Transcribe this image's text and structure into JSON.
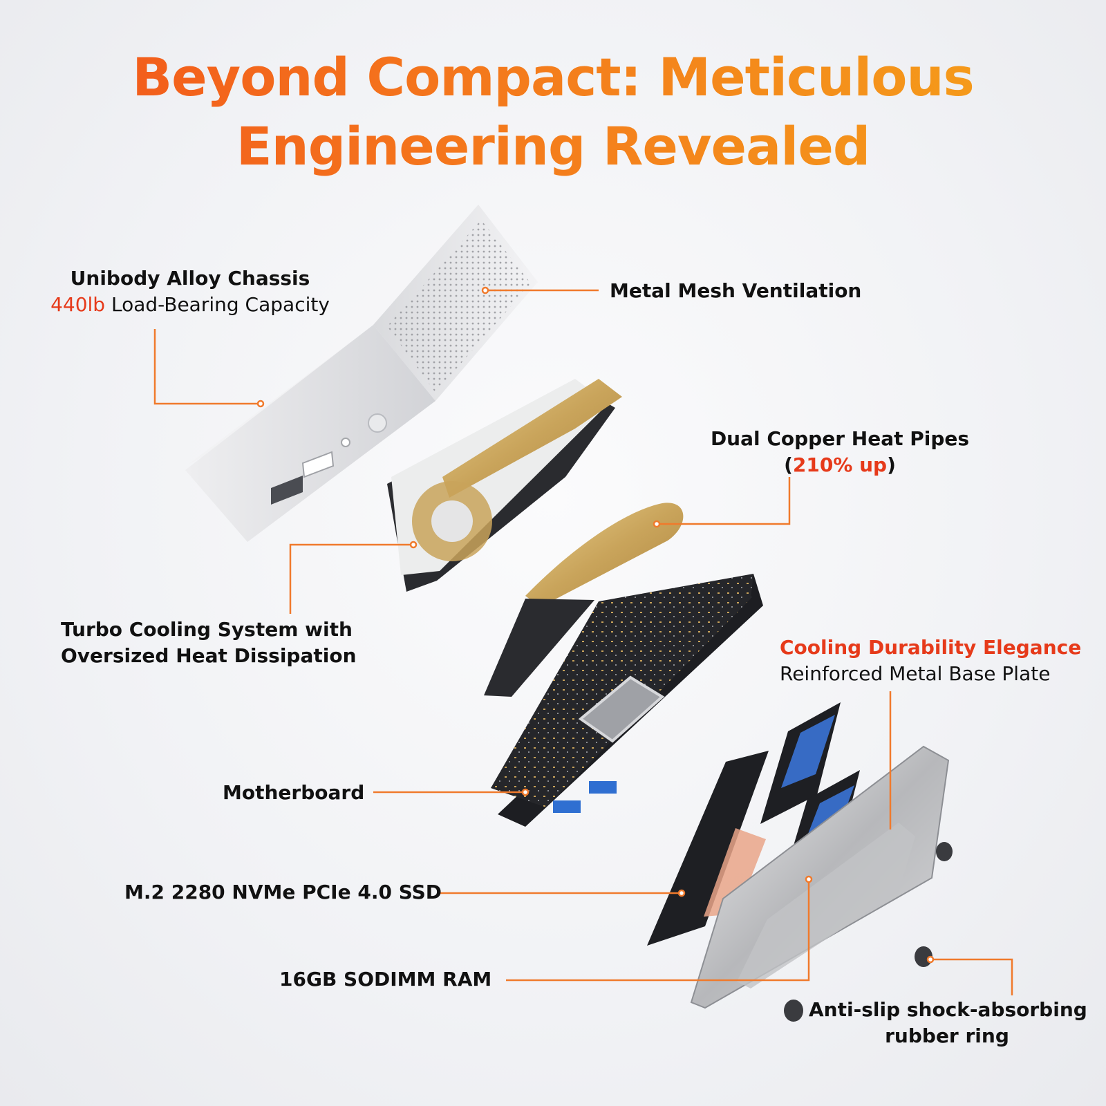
{
  "headline": {
    "line1": "Beyond Compact: Meticulous",
    "line2": "Engineering Revealed"
  },
  "callouts": {
    "chassis": {
      "title": "Unibody Alloy Chassis",
      "highlight": "440lb",
      "text": "Load-Bearing Capacity"
    },
    "mesh": {
      "title": "Metal Mesh Ventilation"
    },
    "heat_pipes": {
      "title": "Dual Copper Heat Pipes",
      "open": "(",
      "highlight": "210% up",
      "close": ")"
    },
    "cooling": {
      "line1": "Turbo Cooling System with",
      "line2": "Oversized Heat Dissipation"
    },
    "base_plate": {
      "highlight": "Cooling Durability Elegance",
      "text": "Reinforced Metal Base Plate"
    },
    "motherboard": {
      "title": "Motherboard"
    },
    "ssd": {
      "title": "M.2 2280 NVMe PCIe 4.0 SSD"
    },
    "ram": {
      "title": "16GB SODIMM RAM"
    },
    "rubber": {
      "line1": "Anti-slip shock-absorbing",
      "line2": "rubber ring"
    }
  },
  "colors": {
    "accent": "#e63a1a",
    "leader": "#f07a2c",
    "headline_start": "#f2541b",
    "headline_end": "#f5a21a"
  }
}
